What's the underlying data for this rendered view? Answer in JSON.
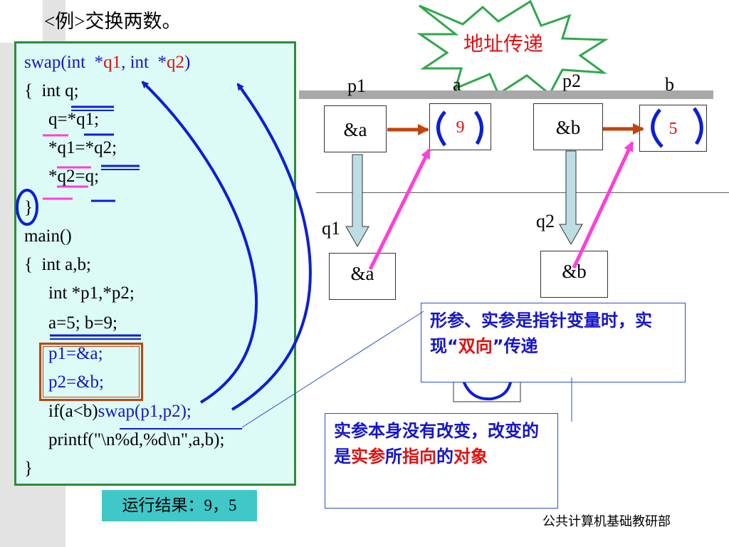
{
  "title": "<例>交换两数。",
  "burst_label": "地址传递",
  "code": {
    "line1": {
      "fn": "swap(int  *",
      "q1": "q1",
      "sep": ", int  *",
      "q2": "q2",
      "close": ")"
    },
    "line2": "{  int q;",
    "line3": "q=*q1;",
    "line4": "*q1=*q2;",
    "line5": "*q2=q;",
    "line6": "}",
    "line7": "main()",
    "line8": "{  int a,b;",
    "line9": "int *p1,*p2;",
    "line10": "a=5; b=9;",
    "line11": "p1=&a;",
    "line12": "p2=&b;",
    "line13_a": "if(a<b)",
    "line13_b": "swap(p1,p2);",
    "line14": "printf(\"\\n%d,%d\\n\",a,b);",
    "line15": "}"
  },
  "result_label": "运行结果：9，5",
  "diagram": {
    "p1_label": "p1",
    "a_label": "a",
    "p2_label": "p2",
    "b_label": "b",
    "q1_label": "q1",
    "q2_label": "q2",
    "p1_value": "&a",
    "a_value": "9",
    "p2_value": "&b",
    "b_value": "5",
    "q1_value": "&a",
    "q2_value": "&b"
  },
  "note1": {
    "part1": "形参、实参是指针变量时，实现",
    "quote_open": "“",
    "highlight": "双向",
    "quote_close": "”",
    "part2": "传递"
  },
  "note2": {
    "part1": "实参本身没有改变，改变的是",
    "hl1": "实参",
    "part2": "所",
    "hl2": "指向",
    "part3": "的",
    "hl3": "对象"
  },
  "footer": "公共计算机基础教研部",
  "colors": {
    "code_bg": "#dcfbf6",
    "panel_border": "#2e8b3a",
    "arrow_blue": "#0b1fd6",
    "arrow_pink": "#ff3fd8",
    "arrow_orange": "#c1440e",
    "result_bg": "#40c8c8"
  }
}
